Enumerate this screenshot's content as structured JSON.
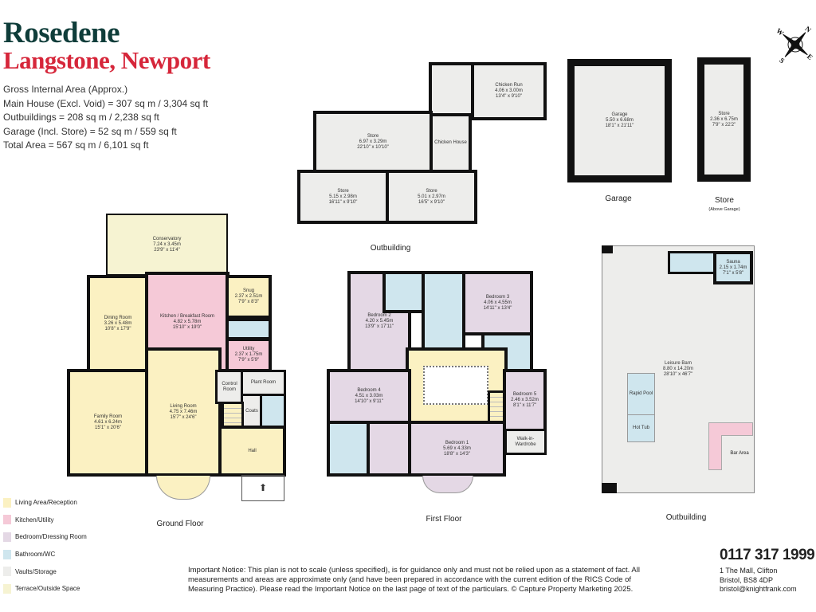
{
  "header": {
    "title": "Rosedene",
    "subtitle": "Langstone, Newport",
    "area_lines": [
      "Gross Internal Area (Approx.)",
      "Main House (Excl. Void) = 307 sq m / 3,304 sq ft",
      "Outbuildings = 208 sq m / 2,238 sq ft",
      "Garage (Incl. Store) = 52 sq m / 559 sq ft",
      "Total Area = 567 sq m / 6,101 sq ft"
    ]
  },
  "compass": {
    "icon": "compass-rose-icon",
    "letters": [
      "N",
      "E",
      "S",
      "W"
    ]
  },
  "outbuilding": {
    "label": "Outbuilding",
    "rooms": [
      {
        "name": "Store",
        "metric": "6.97 x 3.29m",
        "imperial": "22'10\" x 10'10\""
      },
      {
        "name": "Chicken House",
        "metric": "",
        "imperial": ""
      },
      {
        "name": "Chicken Run",
        "metric": "4.06 x 3.00m",
        "imperial": "13'4\" x 9'10\""
      },
      {
        "name": "Store",
        "metric": "5.15 x 2.98m",
        "imperial": "16'11\" x 9'10\""
      },
      {
        "name": "Store",
        "metric": "5.01 x 2.97m",
        "imperial": "16'5\" x 9'10\""
      }
    ]
  },
  "garage": {
    "label": "Garage",
    "room": {
      "name": "Garage",
      "metric": "5.50 x 6.68m",
      "imperial": "18'1\" x 21'11\""
    }
  },
  "store": {
    "label": "Store",
    "sublabel": "(Above Garage)",
    "room": {
      "name": "Store",
      "metric": "2.36 x 6.75m",
      "imperial": "7'9\" x 22'2\""
    }
  },
  "ground": {
    "label": "Ground Floor",
    "rooms": [
      {
        "name": "Conservatory",
        "metric": "7.24 x 3.45m",
        "imperial": "23'9\" x 11'4\""
      },
      {
        "name": "Dining Room",
        "metric": "3.26 x 5.48m",
        "imperial": "10'8\" x 17'9\""
      },
      {
        "name": "Kitchen / Breakfast Room",
        "metric": "4.82 x 5.78m",
        "imperial": "15'10\" x 19'0\""
      },
      {
        "name": "Snug",
        "metric": "2.37 x 2.51m",
        "imperial": "7'9\" x 8'3\""
      },
      {
        "name": "Utility",
        "metric": "2.37 x 1.75m",
        "imperial": "7'9\" x 5'9\""
      },
      {
        "name": "Family Room",
        "metric": "4.61 x 6.24m",
        "imperial": "15'1\" x 20'6\""
      },
      {
        "name": "Living Room",
        "metric": "4.75 x 7.46m",
        "imperial": "15'7\" x 24'6\""
      },
      {
        "name": "Control Room"
      },
      {
        "name": "Plant Room"
      },
      {
        "name": "Coats"
      },
      {
        "name": "Hall"
      }
    ]
  },
  "first": {
    "label": "First Floor",
    "rooms": [
      {
        "name": "Bedroom 2",
        "metric": "4.20 x 5.45m",
        "imperial": "13'9\" x 17'11\""
      },
      {
        "name": "Bedroom 3",
        "metric": "4.06 x 4.55m",
        "imperial": "14'11\" x 13'4\""
      },
      {
        "name": "Bedroom 4",
        "metric": "4.51 x 3.03m",
        "imperial": "14'10\" x 9'11\""
      },
      {
        "name": "Bedroom 5",
        "metric": "2.46 x 3.52m",
        "imperial": "8'1\" x 11'7\""
      },
      {
        "name": "Bedroom 1",
        "metric": "5.69 x 4.33m",
        "imperial": "18'8\" x 14'3\""
      },
      {
        "name": "Walk-in-Wardrobe"
      }
    ]
  },
  "leisure": {
    "label": "Outbuilding",
    "rooms": [
      {
        "name": "Leisure Barn",
        "metric": "8.80 x 14.20m",
        "imperial": "28'10\" x 46'7\""
      },
      {
        "name": "Sauna",
        "metric": "2.15 x 1.74m",
        "imperial": "7'1\" x 5'8\""
      },
      {
        "name": "Rapid Pool"
      },
      {
        "name": "Hot Tub"
      },
      {
        "name": "Bar Area"
      }
    ]
  },
  "legend": [
    {
      "label": "Living Area/Reception",
      "color": "#fbf1c2"
    },
    {
      "label": "Kitchen/Utility",
      "color": "#f5c9d7"
    },
    {
      "label": "Bedroom/Dressing Room",
      "color": "#e4d8e5"
    },
    {
      "label": "Bathroom/WC",
      "color": "#cfe6ee"
    },
    {
      "label": "Vaults/Storage",
      "color": "#ededeb"
    },
    {
      "label": "Terrace/Outside Space",
      "color": "#f6f3d2"
    }
  ],
  "footer": {
    "notice": "Important Notice: This plan is not to scale (unless specified), is for guidance only and must not be relied upon as a statement of fact. All measurements and areas are approximate only (and have been prepared in accordance with the current edition of the RICS Code of Measuring Practice). Please read the Important Notice on the last page of text of the particulars. © Capture Property Marketing 2025.",
    "phone": "0117 317 1999",
    "address": [
      "1 The Mall, Clifton",
      "Bristol, BS8 4DP",
      "bristol@knightfrank.com"
    ]
  }
}
